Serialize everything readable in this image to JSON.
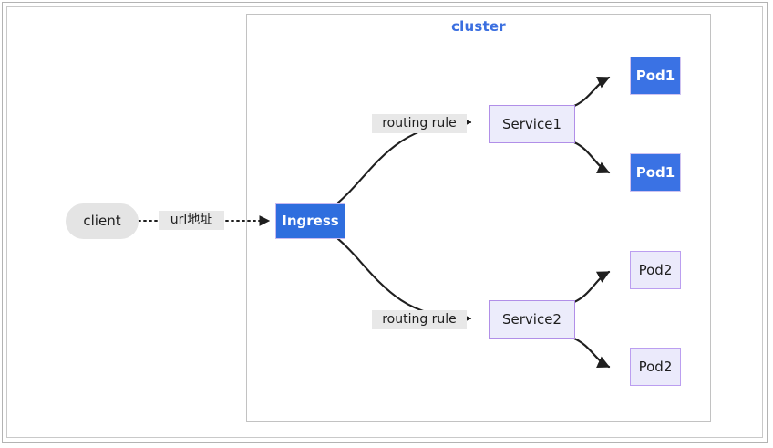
{
  "diagram": {
    "title_text": "cluster",
    "cluster": {
      "label": "cluster",
      "label_color": "#3b6fe0",
      "border_color": "#c2c2c2"
    },
    "nodes": {
      "client": {
        "label": "client",
        "shape": "stadium",
        "fill": "#e4e4e4",
        "text_color": "#1d1d1d"
      },
      "ingress": {
        "label": "Ingress",
        "shape": "rect",
        "fill": "#2f6ede",
        "text_color": "#ffffff"
      },
      "service1": {
        "label": "Service1",
        "shape": "rect",
        "fill": "#ececfb",
        "stroke": "#b18fe8",
        "text_color": "#1d1d1d"
      },
      "service2": {
        "label": "Service2",
        "shape": "rect",
        "fill": "#ececfb",
        "stroke": "#b18fe8",
        "text_color": "#1d1d1d"
      },
      "pod1a": {
        "label": "Pod1",
        "shape": "rect",
        "fill": "#3a72e4",
        "stroke": "#cfc3f1",
        "text_color": "#ffffff"
      },
      "pod1b": {
        "label": "Pod1",
        "shape": "rect",
        "fill": "#3a72e4",
        "stroke": "#cfc3f1",
        "text_color": "#ffffff"
      },
      "pod2a": {
        "label": "Pod2",
        "shape": "rect",
        "fill": "#ebeafb",
        "stroke": "#bb9ef0",
        "text_color": "#1d1d1d"
      },
      "pod2b": {
        "label": "Pod2",
        "shape": "rect",
        "fill": "#ebeafb",
        "stroke": "#bb9ef0",
        "text_color": "#1d1d1d"
      }
    },
    "edges": {
      "client_to_ingress": {
        "label": "url地址",
        "style": "dotted",
        "from": "client",
        "to": "ingress"
      },
      "ingress_to_service1": {
        "label": "routing rule",
        "style": "solid-curve",
        "from": "ingress",
        "to": "service1"
      },
      "ingress_to_service2": {
        "label": "routing rule",
        "style": "solid-curve",
        "from": "ingress",
        "to": "service2"
      },
      "service1_to_pod1a": {
        "label": "",
        "style": "solid-curve",
        "from": "service1",
        "to": "pod1a"
      },
      "service1_to_pod1b": {
        "label": "",
        "style": "solid-curve",
        "from": "service1",
        "to": "pod1b"
      },
      "service2_to_pod2a": {
        "label": "",
        "style": "solid-curve",
        "from": "service2",
        "to": "pod2a"
      },
      "service2_to_pod2b": {
        "label": "",
        "style": "solid-curve",
        "from": "service2",
        "to": "pod2b"
      }
    },
    "edge_stroke_color": "#1f1f1f",
    "edge_label_bg": "#e8e8e8"
  }
}
